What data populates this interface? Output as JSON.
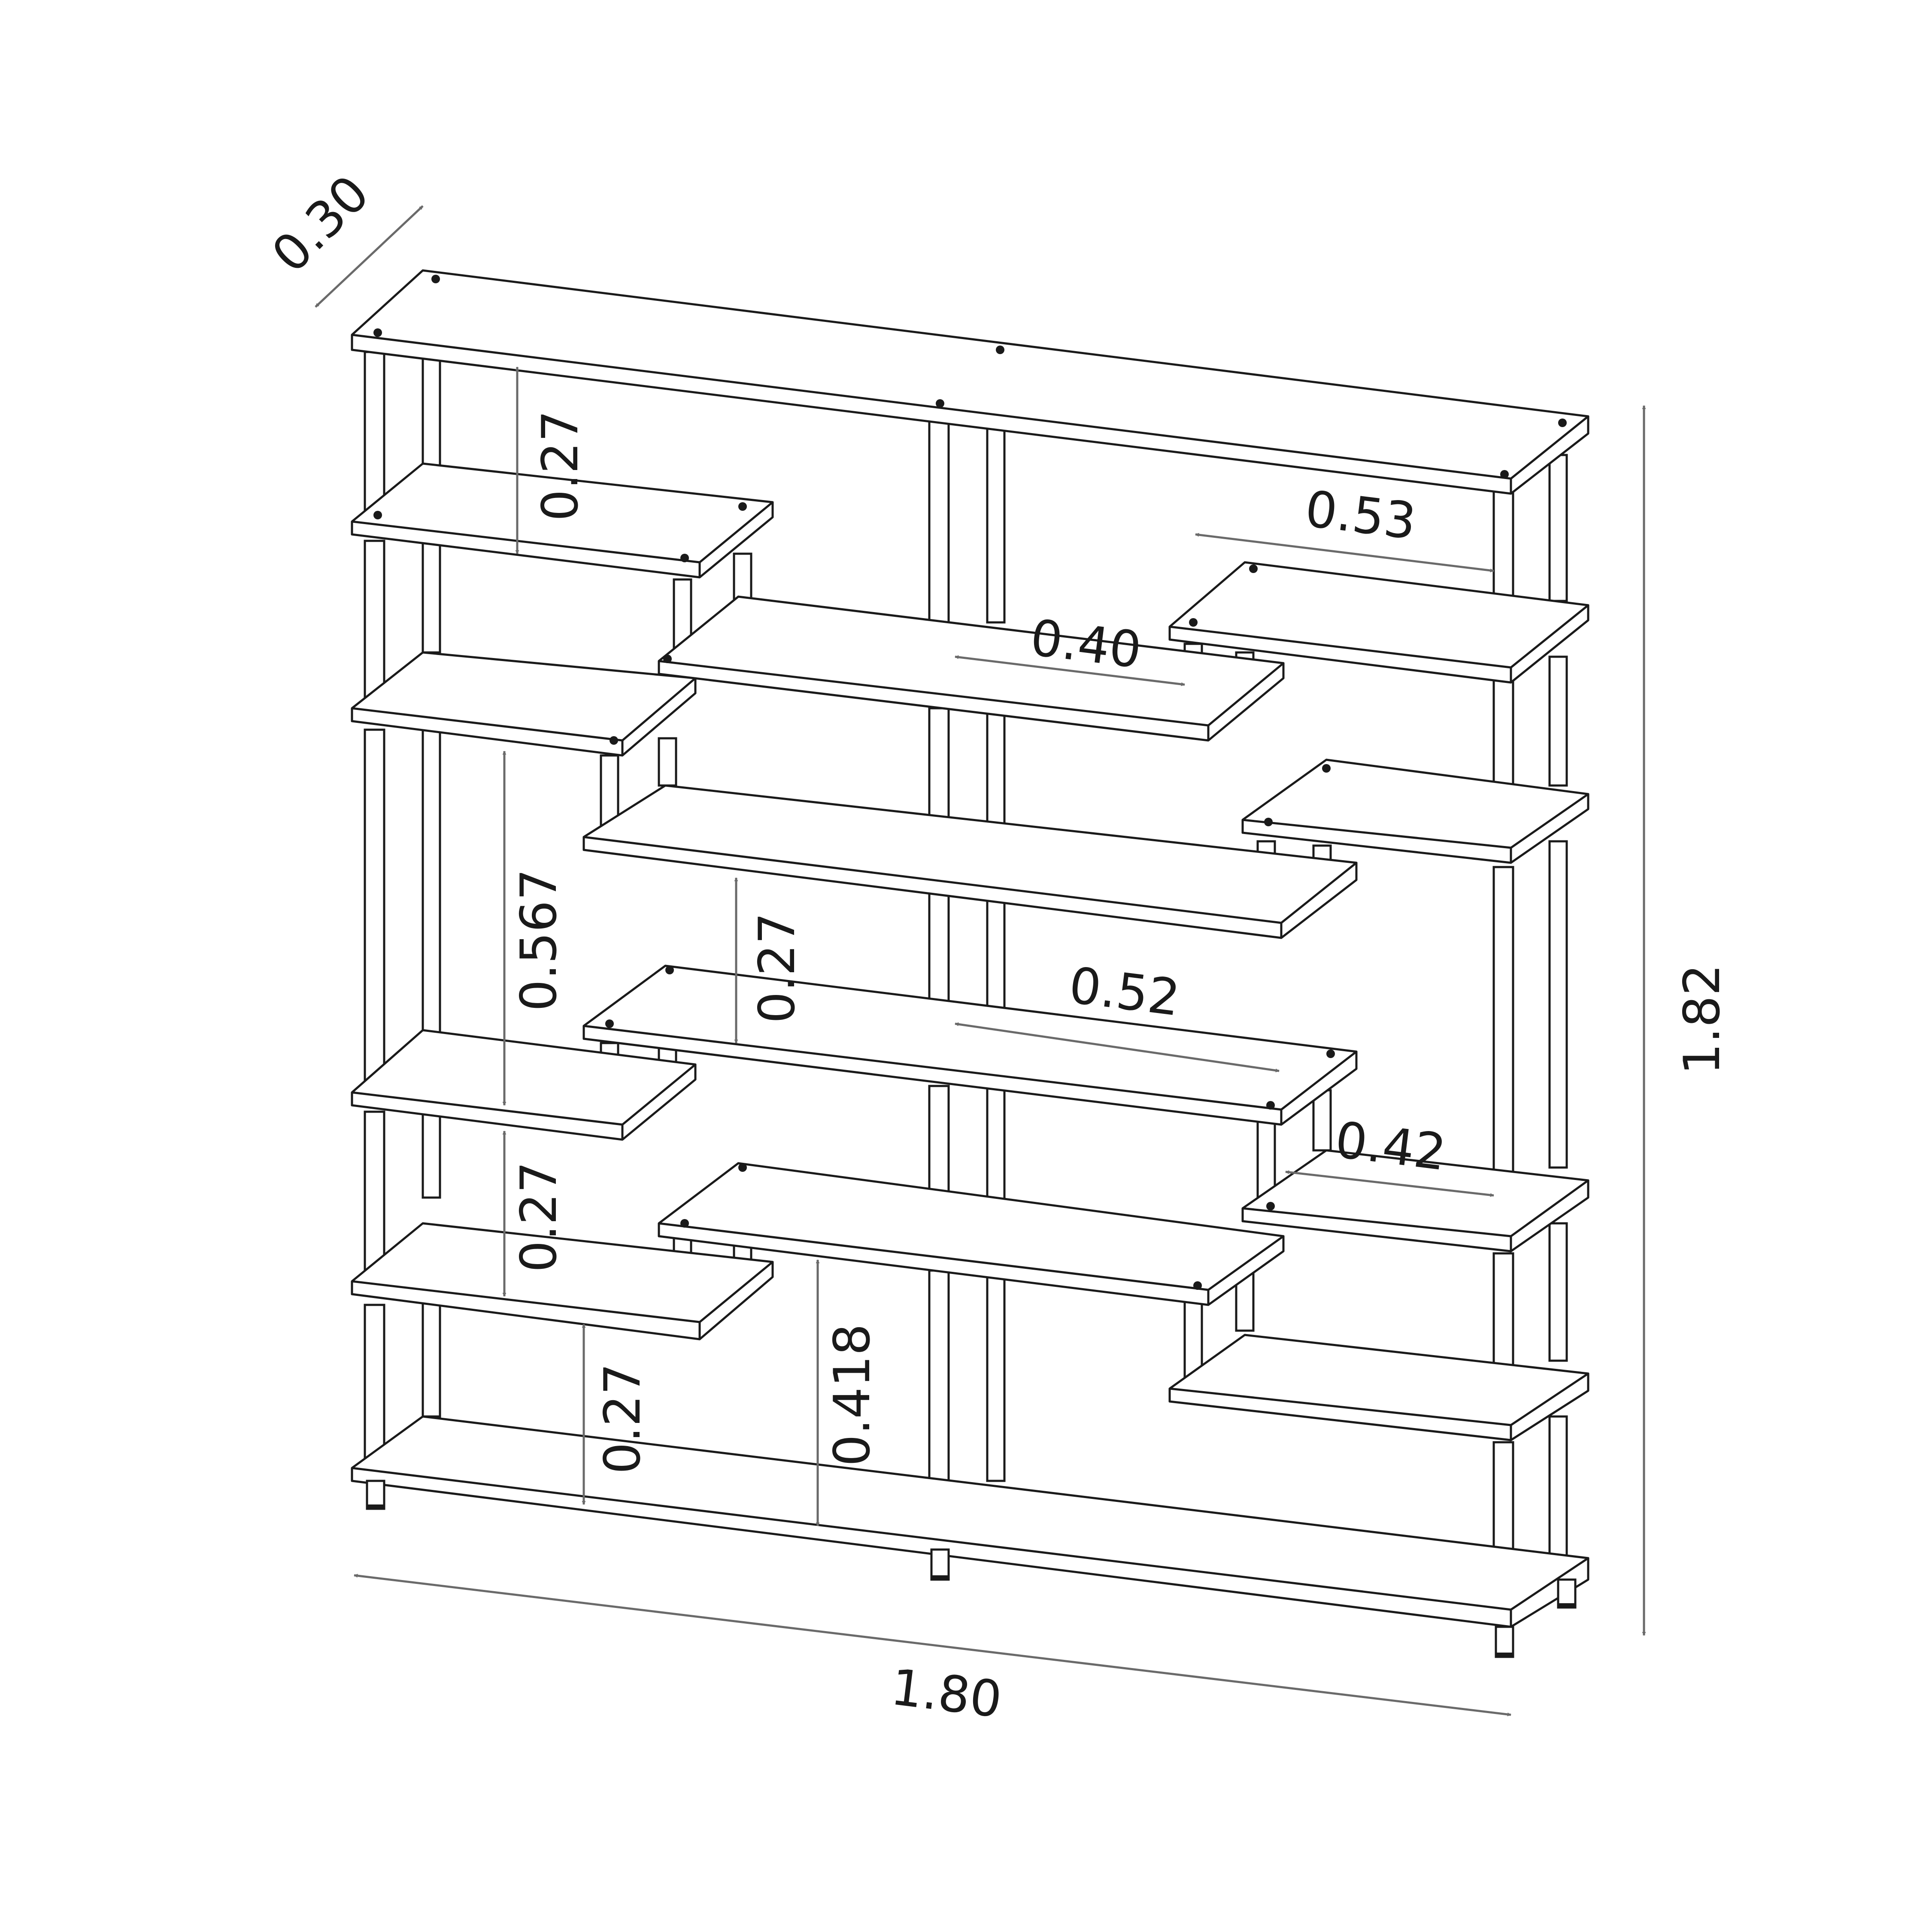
{
  "diagram": {
    "depth_label": "0.30",
    "width_label": "1.80",
    "height_label": "1.82",
    "labels": {
      "top_left_gap": "0.27",
      "right_top_width": "0.53",
      "center_upper_width": "0.40",
      "left_tall_gap": "0.567",
      "center_gap": "0.27",
      "center_lower_width": "0.52",
      "right_lower_width": "0.42",
      "left_lower_gap": "0.27",
      "bottom_left_gap": "0.27",
      "bottom_center_gap": "0.418"
    },
    "colors": {
      "line": "#1a1a1a",
      "dimension": "#6a6a6a",
      "background": "#ffffff"
    }
  }
}
